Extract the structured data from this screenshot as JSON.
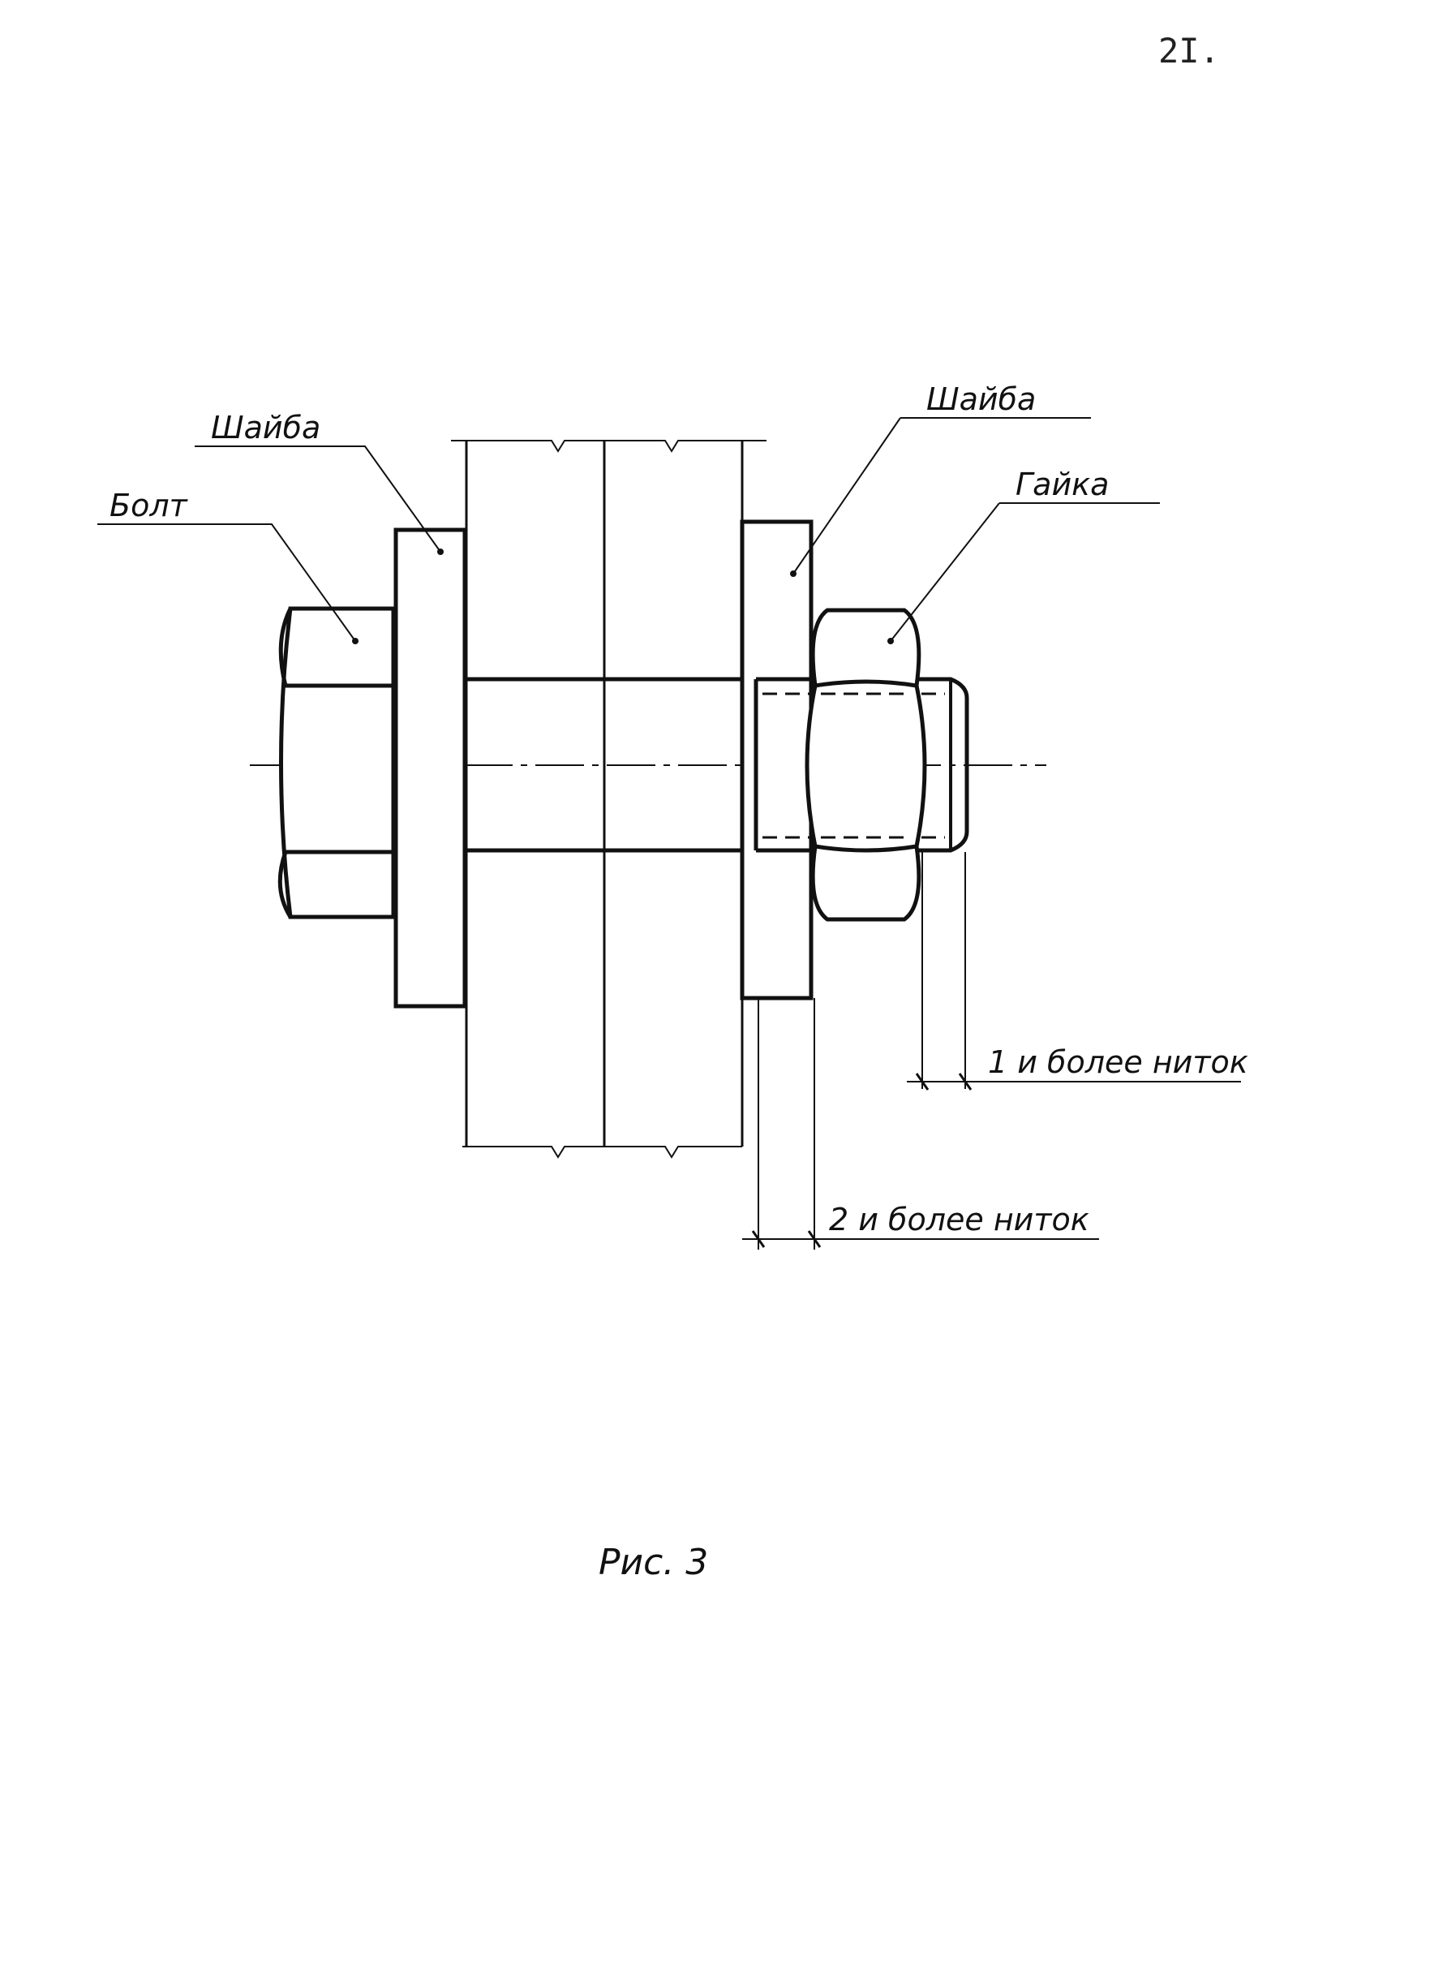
{
  "page": {
    "number": "2I."
  },
  "figure": {
    "caption": "Рис. 3",
    "labels": {
      "bolt": "Болт",
      "washer_left": "Шайба",
      "washer_right": "Шайба",
      "nut": "Гайка",
      "thread_protrusion": "1 и более ниток",
      "thread_engagement": "2 и более ниток"
    }
  }
}
